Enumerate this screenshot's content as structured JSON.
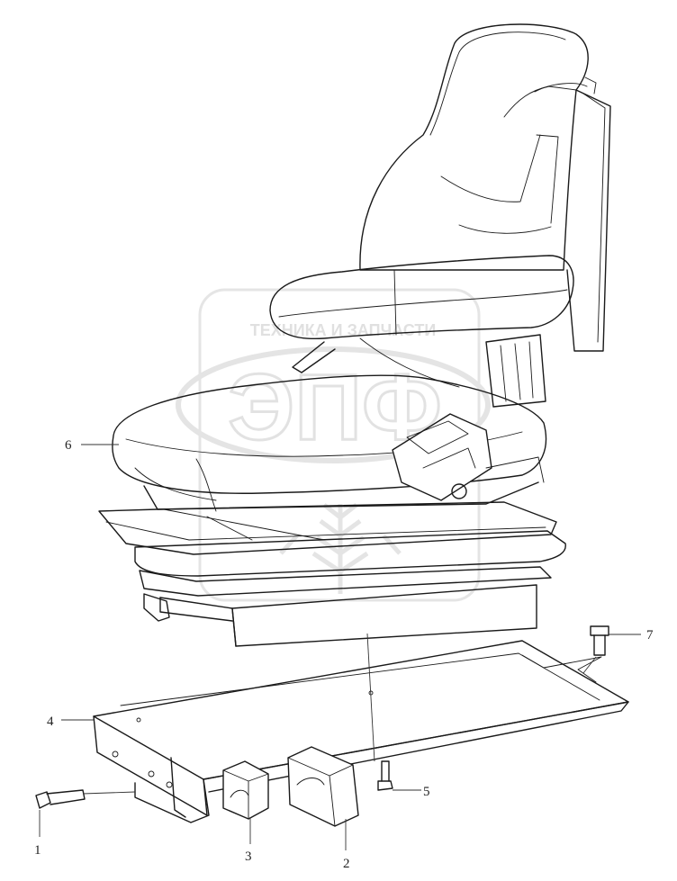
{
  "watermark": {
    "top_text": "ТЕХНИКА И ЗАПЧАСТИ",
    "logo_text": "ЭПФ",
    "color": "#d0d0d0"
  },
  "callouts": [
    {
      "id": "1",
      "label": "1"
    },
    {
      "id": "2",
      "label": "2"
    },
    {
      "id": "3",
      "label": "3"
    },
    {
      "id": "4",
      "label": "4"
    },
    {
      "id": "5",
      "label": "5"
    },
    {
      "id": "6",
      "label": "6"
    },
    {
      "id": "7",
      "label": "7"
    }
  ],
  "colors": {
    "line": "#1a1a1a",
    "background": "#ffffff"
  }
}
